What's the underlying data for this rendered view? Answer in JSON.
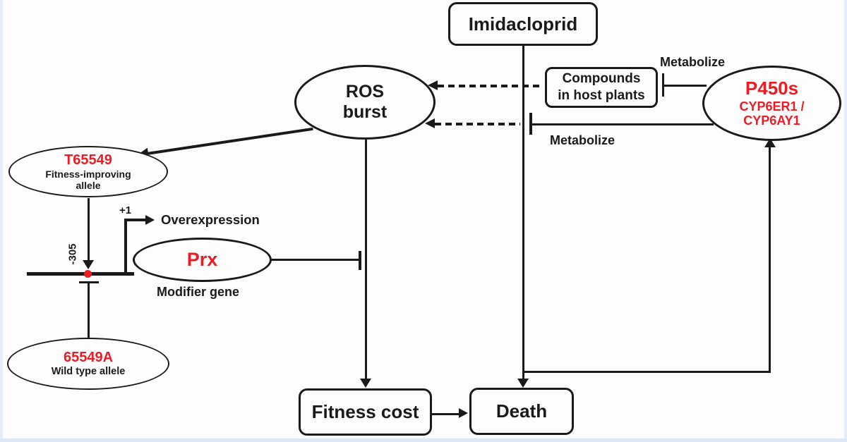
{
  "colors": {
    "accent_red": "#ed1c24",
    "line_black": "#1a1a1a",
    "edge_strip": "#dde7f5"
  },
  "nodes": {
    "imidacloprid": {
      "label": "Imidacloprid"
    },
    "compounds": {
      "line1": "Compounds",
      "line2": "in host plants"
    },
    "p450s": {
      "title": "P450s",
      "sub1": "CYP6ER1 /",
      "sub2": "CYP6AY1"
    },
    "ros": {
      "line1": "ROS",
      "line2": "burst"
    },
    "t65549": {
      "title": "T65549",
      "sub1": "Fitness-improving",
      "sub2": "allele"
    },
    "prx": {
      "title": "Prx",
      "caption": "Modifier gene"
    },
    "wildtype": {
      "title": "65549A",
      "sub": "Wild type allele"
    },
    "fitness_cost": {
      "label": "Fitness cost"
    },
    "death": {
      "label": "Death"
    }
  },
  "labels": {
    "metabolize_top": "Metabolize",
    "metabolize_mid": "Metabolize",
    "overexpression": "Overexpression",
    "plus_one": "+1",
    "minus_305": "-305"
  }
}
